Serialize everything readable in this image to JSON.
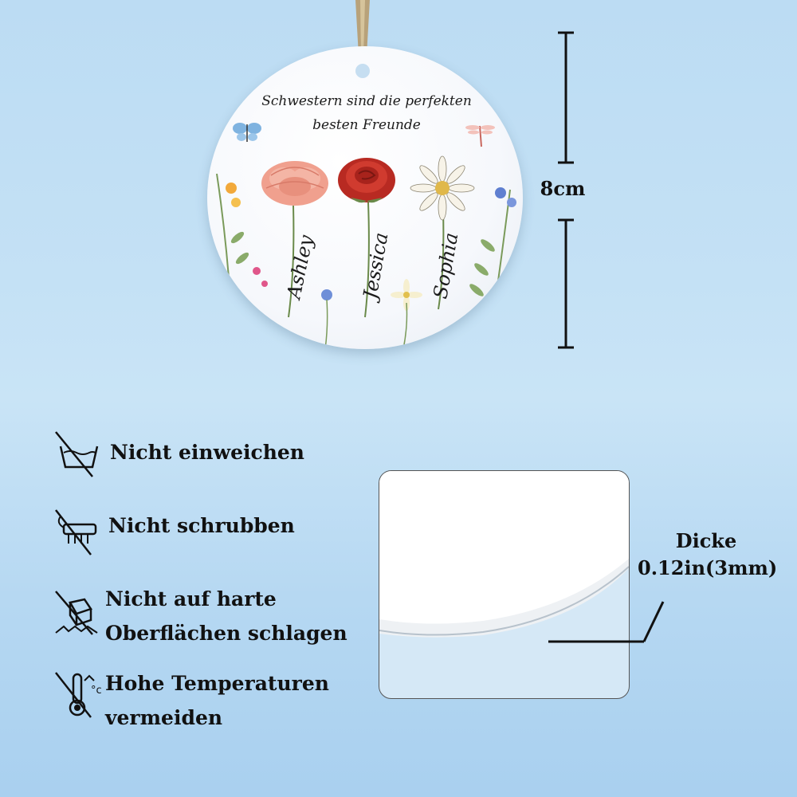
{
  "ornament": {
    "quote_line1": "Schwestern sind die perfekten",
    "quote_line2": "besten Freunde",
    "names": [
      "Ashley",
      "Jessica",
      "Sophia"
    ]
  },
  "dimension": {
    "label": "8cm"
  },
  "care_instructions": [
    {
      "icon": "no-soak-icon",
      "lines": [
        "Nicht einweichen"
      ]
    },
    {
      "icon": "no-scrub-icon",
      "lines": [
        "Nicht schrubben"
      ]
    },
    {
      "icon": "no-hard-surface-icon",
      "lines": [
        "Nicht auf harte",
        "Oberflächen schlagen"
      ]
    },
    {
      "icon": "no-high-temperature-icon",
      "lines": [
        "Hohe Temperaturen",
        "vermeiden"
      ]
    }
  ],
  "thickness": {
    "title": "Dicke",
    "value": "0.12in(3mm)"
  },
  "colors": {
    "background": "#c4e1f5",
    "ribbon": "#b8a27a",
    "carnation": "#f0a08e",
    "rose": "#c9342a",
    "daisy": "#f7f3e8",
    "text": "#111111"
  }
}
